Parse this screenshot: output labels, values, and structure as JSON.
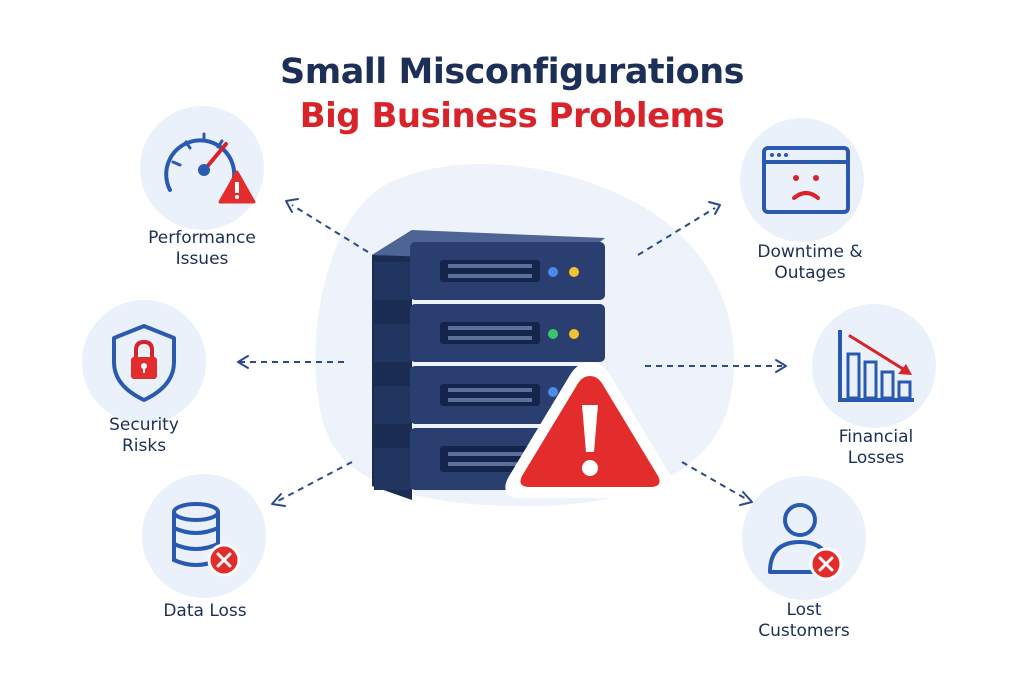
{
  "title": {
    "line1": "Small Misconfigurations",
    "line2": "Big Business Problems"
  },
  "colors": {
    "navy": "#1b2f57",
    "red": "#d8232a",
    "icon_blue": "#2a5ab0",
    "circle_bg": "#eaf1fb",
    "server": "#2a3f6f"
  },
  "items": [
    {
      "id": "performance",
      "icon": "gauge-warning-icon",
      "lines": [
        "Performance",
        "Issues"
      ]
    },
    {
      "id": "security",
      "icon": "shield-lock-icon",
      "lines": [
        "Security",
        "Risks"
      ]
    },
    {
      "id": "dataloss",
      "icon": "database-x-icon",
      "lines": [
        "Data Loss"
      ]
    },
    {
      "id": "downtime",
      "icon": "sad-browser-icon",
      "lines": [
        "Downtime &",
        "Outages"
      ]
    },
    {
      "id": "financial",
      "icon": "declining-chart-icon",
      "lines": [
        "Financial",
        "Losses"
      ]
    },
    {
      "id": "customers",
      "icon": "user-x-icon",
      "lines": [
        "Lost",
        "Customers"
      ]
    }
  ]
}
